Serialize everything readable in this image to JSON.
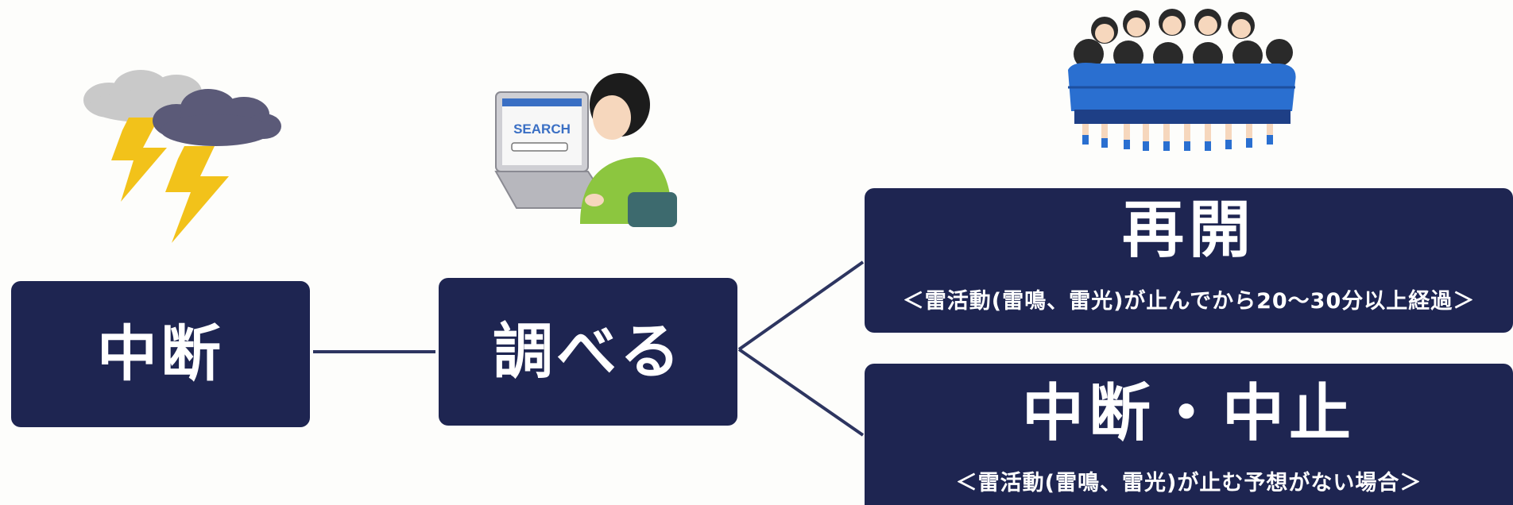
{
  "flow": {
    "step1": {
      "label": "中断"
    },
    "step2": {
      "label": "調べる"
    },
    "outcome_resume": {
      "title": "再開",
      "condition": "＜雷活動(雷鳴、雷光)が止んでから20～30分以上経過＞"
    },
    "outcome_stop": {
      "title": "中断・中止",
      "condition": "＜雷活動(雷鳴、雷光)が止む予想がない場合＞"
    }
  },
  "illustrations": {
    "storm": "thunderstorm-icon",
    "search": "person-searching-laptop-icon",
    "team": "team-huddle-icon",
    "laptop_screen_text": "SEARCH"
  },
  "colors": {
    "box_fill": "#1e2551",
    "box_text": "#ffffff",
    "connector": "#2d3560",
    "background": "#fdfdfb"
  }
}
